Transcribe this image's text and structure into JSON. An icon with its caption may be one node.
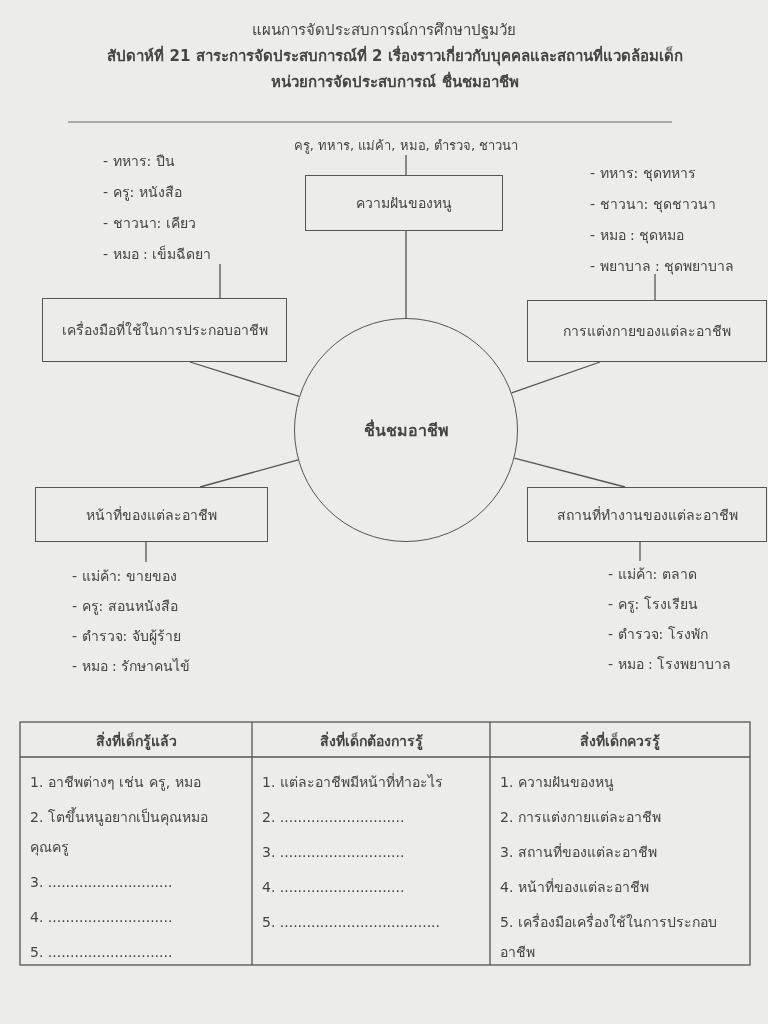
{
  "diagram": {
    "title": "แผนการจัดประสบการณ์การศึกษาปฐมวัย",
    "nodes": [
      {
        "text": [
          "ชื่นชมอาชีพ"
        ]
      },
      {
        "text": [
          "ความฝันของหนู"
        ]
      },
      {
        "text": [
          "ครู, ทหาร, แม่ค้า, หมอ, ตำรวจ, ชาวนา"
        ]
      },
      {
        "text": [
          "เครื่องมือที่ใช้ในการประกอบอาชีพ"
        ]
      },
      {
        "text": [
          "- ทหาร: ปืน",
          "- ครู: หนังสือ",
          "- ชาวนา: เคียว",
          "- หมอ : เข็มฉีดยา"
        ]
      },
      {
        "text": [
          "การแต่งกายของแต่ละอาชีพ"
        ]
      },
      {
        "text": [
          "- ทหาร: ชุดทหาร",
          "- ชาวนา: ชุดชาวนา",
          "- หมอ : ชุดหมอ",
          "- พยาบาล : ชุดพยาบาล"
        ]
      },
      {
        "text": [
          "หน้าที่ของแต่ละอาชีพ"
        ]
      },
      {
        "text": [
          "- แม่ค้า: ขายของ",
          "- ครู: สอนหนังสือ",
          "- ตำรวจ: จับผู้ร้าย",
          "- หมอ : รักษาคนไข้"
        ]
      },
      {
        "text": [
          "สถานที่ทำงานของแต่ละอาชีพ"
        ]
      },
      {
        "text": [
          "- แม่ค้า: ตลาด",
          "- ครู: โรงเรียน",
          "- ตำรวจ: โรงพัก",
          "- หมอ : โรงพยาบาล"
        ]
      }
    ],
    "edges": [
      {
        "from": 0,
        "to": 1,
        "arrow": "none"
      },
      {
        "from": 1,
        "to": 2,
        "arrow": "none"
      },
      {
        "from": 0,
        "to": 3,
        "arrow": "none"
      },
      {
        "from": 3,
        "to": 4,
        "arrow": "none"
      },
      {
        "from": 0,
        "to": 5,
        "arrow": "none"
      },
      {
        "from": 5,
        "to": 6,
        "arrow": "none"
      },
      {
        "from": 0,
        "to": 7,
        "arrow": "none"
      },
      {
        "from": 7,
        "to": 8,
        "arrow": "none"
      },
      {
        "from": 0,
        "to": 9,
        "arrow": "none"
      },
      {
        "from": 9,
        "to": 10,
        "arrow": "none"
      }
    ],
    "labels": [
      "สัปดาห์ที่ 21 สาระการจัดประสบการณ์ที่ 2  เรื่องราวเกี่ยวกับบุคคลและสถานที่แวดล้อมเด็ก",
      "หน่วยการจัดประสบการณ์ ชื่นชมอาชีพ",
      "สิ่งที่เด็กรู้แล้ว",
      "สิ่งที่เด็กต้องการรู้",
      "สิ่งที่เด็กควรรู้",
      "1.  อาชีพต่างๆ เช่น ครู, หมอ",
      "2. โตขึ้นหนูอยากเป็นคุณหมอคุณครู",
      "3.  ............................",
      "4.  ............................",
      "5.  ............................",
      "1. แต่ละอาชีพมีหน้าที่ทำอะไร",
      "2. ............................",
      "3. ............................",
      "4. ............................",
      "5. ....................................",
      "1. ความฝันของหนู",
      "2. การแต่งกายแต่ละอาชีพ",
      "3. สถานที่ของแต่ละอาชีพ",
      "4. หน้าที่ของแต่ละอาชีพ",
      "5. เครื่องมือเครื่องใช้ในการประกอบอาชีพ"
    ]
  }
}
